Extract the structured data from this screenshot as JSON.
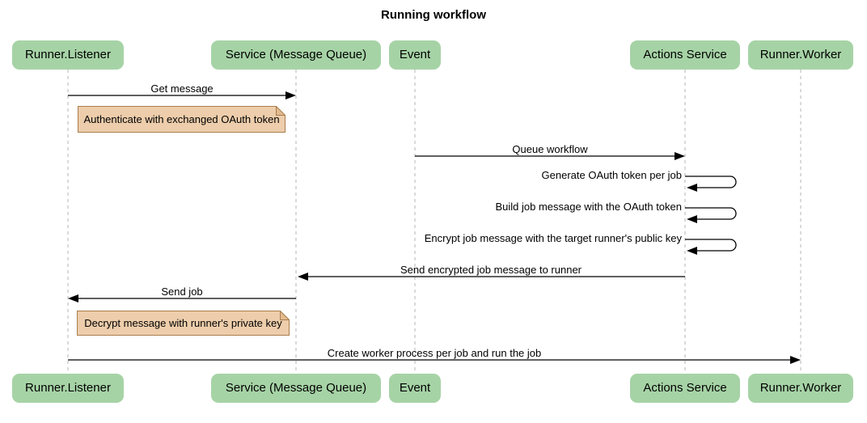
{
  "title": "Running workflow",
  "colors": {
    "actor_fill": "#a6d3a6",
    "note_fill": "#edcdab",
    "note_fold": "#e2bb90",
    "note_border": "#aa7d4e",
    "lifeline": "#b5b5b5",
    "arrow": "#000000"
  },
  "participants": [
    {
      "label": "Runner.Listener"
    },
    {
      "label": "Service (Message Queue)"
    },
    {
      "label": "Event"
    },
    {
      "label": "Actions Service"
    },
    {
      "label": "Runner.Worker"
    }
  ],
  "messages": [
    {
      "from": "Runner.Listener",
      "to": "Service (Message Queue)",
      "type": "solid_arrow",
      "label": "Get message"
    },
    {
      "from": "Event",
      "to": "Actions Service",
      "type": "solid_arrow",
      "label": "Queue workflow"
    },
    {
      "from": "Actions Service",
      "to": "Actions Service",
      "type": "self",
      "label": "Generate OAuth token per job"
    },
    {
      "from": "Actions Service",
      "to": "Actions Service",
      "type": "self",
      "label": "Build job message with the OAuth token"
    },
    {
      "from": "Actions Service",
      "to": "Actions Service",
      "type": "self",
      "label": "Encrypt job message with the target runner's public key"
    },
    {
      "from": "Actions Service",
      "to": "Service (Message Queue)",
      "type": "solid_arrow",
      "label": "Send encrypted job message to runner"
    },
    {
      "from": "Service (Message Queue)",
      "to": "Runner.Listener",
      "type": "solid_arrow",
      "label": "Send job"
    },
    {
      "from": "Runner.Listener",
      "to": "Runner.Worker",
      "type": "solid_arrow",
      "label": "Create worker process per job and run the job"
    }
  ],
  "notes": [
    {
      "over": "Runner.Listener, Service (Message Queue)",
      "label": "Authenticate with exchanged OAuth token"
    },
    {
      "over": "Runner.Listener, Service (Message Queue)",
      "label": "Decrypt message with runner's private key"
    }
  ]
}
